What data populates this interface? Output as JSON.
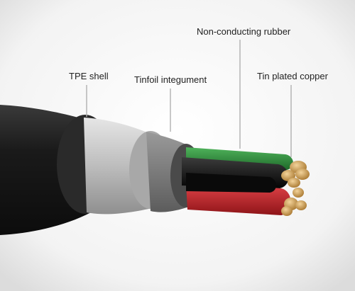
{
  "labels": {
    "tpe_shell": "TPE shell",
    "tinfoil": "Tinfoil integument",
    "rubber": "Non-conducting rubber",
    "copper": "Tin plated copper"
  },
  "colors": {
    "outer_jacket": "#1c1c1c",
    "foil": "#c9c9c9",
    "green_wire": "#2f8a3c",
    "black_wire": "#141414",
    "red_wire": "#c8242a",
    "copper": "#c99a55",
    "leader": "#b0b0b0"
  }
}
